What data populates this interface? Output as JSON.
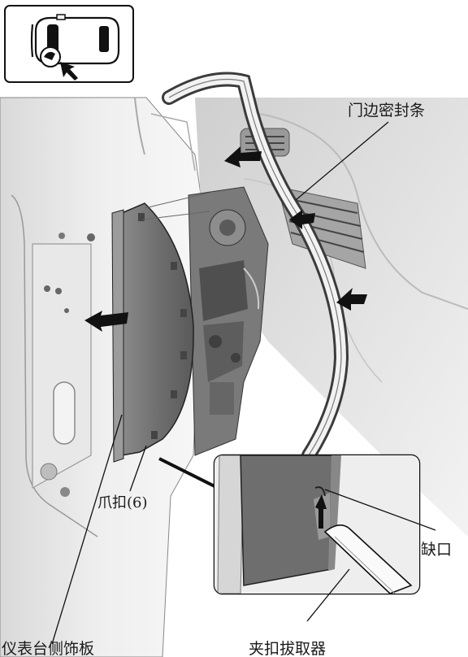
{
  "labels": {
    "door_seal": "门边密封条",
    "clip": "爪扣(6)",
    "notch": "缺口",
    "side_panel": "仪表台侧饰板",
    "clip_remover": "夹扣拔取器"
  },
  "icons": {
    "locator": "car-top-view-locator-icon",
    "direction": "direction-arrow-icon"
  }
}
